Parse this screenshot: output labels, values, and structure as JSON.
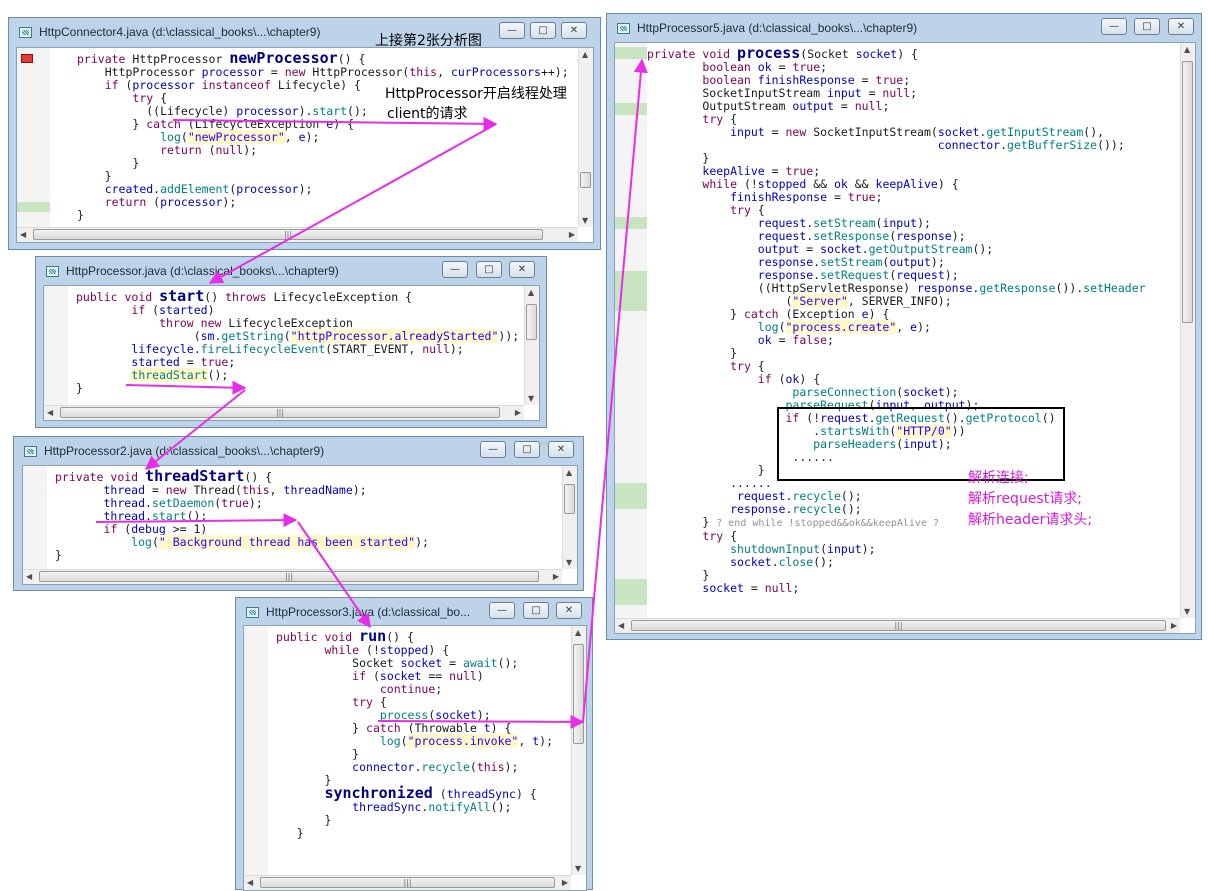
{
  "windows": {
    "connector4": {
      "title": "HttpConnector4.java (d:\\classical_books\\...\\chapter9)",
      "lines": [
        "private HttpProcessor newProcessor() {",
        "HttpProcessor processor = new HttpProcessor(this, curProcessors++);",
        "if (processor instanceof Lifecycle) {",
        "try {",
        "((Lifecycle) processor).start();",
        "} catch (LifecycleException e) {",
        "log(\"newProcessor\", e);",
        "return (null);",
        "}",
        "}",
        "created.addElement(processor);",
        "return (processor);",
        "}"
      ]
    },
    "processor": {
      "title": "HttpProcessor.java (d:\\classical_books\\...\\chapter9)",
      "lines": [
        "public void start() throws LifecycleException {",
        "if (started)",
        "throw new LifecycleException",
        "(sm.getString(\"httpProcessor.alreadyStarted\"));",
        "lifecycle.fireLifecycleEvent(START_EVENT, null);",
        "started = true;",
        "threadStart();",
        "}"
      ]
    },
    "processor2": {
      "title": "HttpProcessor2.java (d:\\classical_books\\...\\chapter9)",
      "lines": [
        "private void threadStart() {",
        "thread = new Thread(this, threadName);",
        "thread.setDaemon(true);",
        "thread.start();",
        "if (debug >= 1)",
        "log(\" Background thread has been started\");",
        "}"
      ]
    },
    "processor3": {
      "title": "HttpProcessor3.java (d:\\classical_bo...",
      "lines": [
        "public void run() {",
        "while (!stopped) {",
        "Socket socket = await();",
        "if (socket == null)",
        "continue;",
        "try {",
        "process(socket);",
        "} catch (Throwable t) {",
        "log(\"process.invoke\", t);",
        "}",
        "connector.recycle(this);",
        "}",
        "synchronized (threadSync) {",
        "threadSync.notifyAll();",
        "}",
        "}"
      ]
    },
    "processor5": {
      "title": "HttpProcessor5.java (d:\\classical_books\\...\\chapter9)",
      "lines": [
        "private void process(Socket socket) {",
        "boolean ok = true;",
        "boolean finishResponse = true;",
        "SocketInputStream input = null;",
        "OutputStream output = null;",
        "try {",
        "input = new SocketInputStream(socket.getInputStream(),",
        "connector.getBufferSize());",
        "}",
        "keepAlive = true;",
        "while (!stopped && ok && keepAlive) {",
        "finishResponse = true;",
        "try {",
        "request.setStream(input);",
        "request.setResponse(response);",
        "output = socket.getOutputStream();",
        "response.setStream(output);",
        "response.setRequest(request);",
        "((HttpServletResponse) response.getResponse()).setHeader",
        "(\"Server\", SERVER_INFO);",
        "} catch (Exception e) {",
        "log(\"process.create\", e);",
        "ok = false;",
        "}",
        "try {",
        "if (ok) {",
        "parseConnection(socket);",
        "parseRequest(input, output);",
        "if (!request.getRequest().getProtocol()",
        ".startsWith(\"HTTP/0\"))",
        "parseHeaders(input);",
        "......",
        "}",
        "......",
        "request.recycle();",
        "response.recycle();",
        "} ? end while !stopped&&ok&&keepAlive ?",
        "try {",
        "shutdownInput(input);",
        "socket.close();",
        "}",
        "socket = null;"
      ]
    }
  },
  "annotations": {
    "note_top": "上接第2张分析图",
    "note_start_1": "HttpProcessor开启线程处理",
    "note_start_2": "client的请求",
    "note_parse_1": "解析连接;",
    "note_parse_2": "解析request请求;",
    "note_parse_3": "解析header请求头;"
  },
  "window_controls": {
    "minimize": "—",
    "maximize": "□",
    "close": "✕"
  },
  "scrollbar_grip": "|||",
  "colors": {
    "arrow": "#e62ee6",
    "annotation_pink": "#d41bd4",
    "keyword": "#7f0055",
    "field": "#0000c0",
    "string": "#2a00ff",
    "method": "#008080"
  }
}
